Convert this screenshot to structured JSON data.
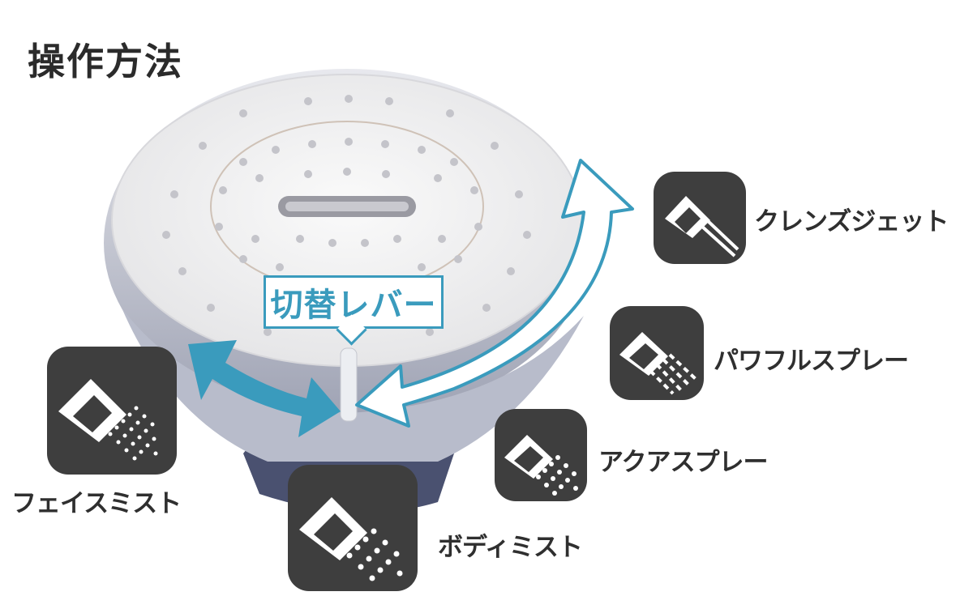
{
  "title": "操作方法",
  "lever_label": "切替レバー",
  "modes": [
    {
      "label": "クレンズジェット",
      "icon": "jet-stream-icon"
    },
    {
      "label": "パワフルスプレー",
      "icon": "powerful-spray-icon"
    },
    {
      "label": "アクアスプレー",
      "icon": "aqua-spray-icon"
    },
    {
      "label": "ボディミスト",
      "icon": "body-mist-icon"
    },
    {
      "label": "フェイスミスト",
      "icon": "face-mist-icon"
    }
  ],
  "colors": {
    "accent": "#3a9bbd",
    "icon_bg": "#3e3e3e",
    "text": "#2f2f2f"
  }
}
